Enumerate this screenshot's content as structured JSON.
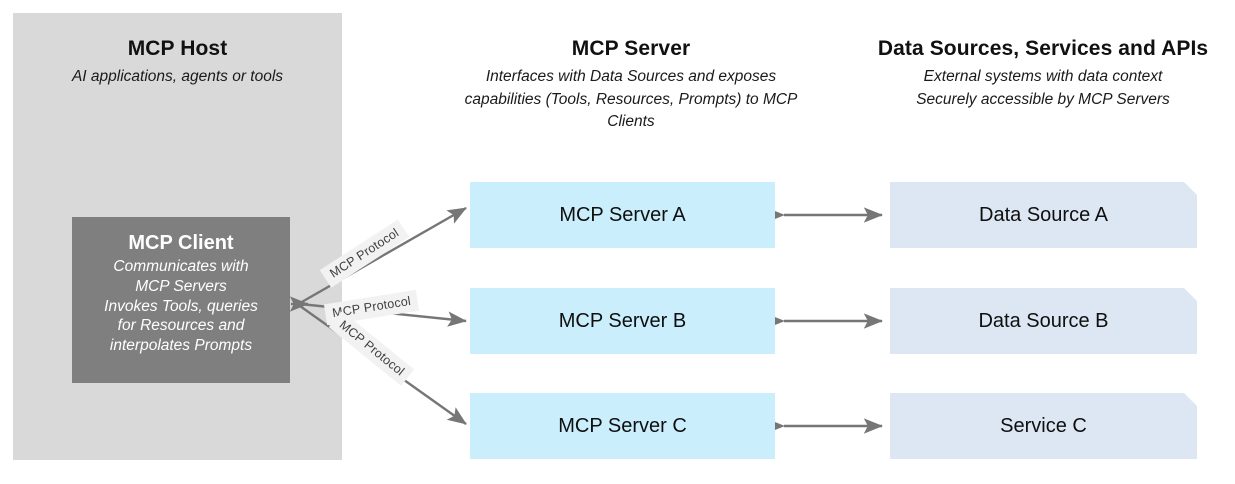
{
  "columns": {
    "host": {
      "title": "MCP Host",
      "subtitle": "AI applications, agents or tools"
    },
    "server": {
      "title": "MCP Server",
      "subtitle": "Interfaces with Data Sources and exposes capabilities (Tools, Resources, Prompts) to MCP Clients"
    },
    "data": {
      "title": "Data Sources, Services and APIs",
      "subtitle_line1": "External systems with data context",
      "subtitle_line2": "Securely accessible by MCP Servers"
    }
  },
  "client": {
    "title": "MCP Client",
    "desc_line1": "Communicates with",
    "desc_line2": "MCP Servers",
    "desc_line3": "Invokes Tools, queries",
    "desc_line4": "for Resources and",
    "desc_line5": "interpolates Prompts"
  },
  "servers": [
    {
      "label": "MCP Server A"
    },
    {
      "label": "MCP Server B"
    },
    {
      "label": "MCP Server C"
    }
  ],
  "data_sources": [
    {
      "label": "Data Source A"
    },
    {
      "label": "Data Source B"
    },
    {
      "label": "Service C"
    }
  ],
  "protocol_labels": [
    {
      "text": "MCP Protocol"
    },
    {
      "text": "MCP Protocol"
    },
    {
      "text": "MCP Protocol"
    }
  ],
  "colors": {
    "host_panel": "#d9d9d9",
    "client_box": "#7f7f7f",
    "server_box": "#cbeefd",
    "data_box": "#dde7f3",
    "arrow": "#767676",
    "protocol_tag_bg": "#f2f2f2",
    "text": "#0f0f0f"
  }
}
